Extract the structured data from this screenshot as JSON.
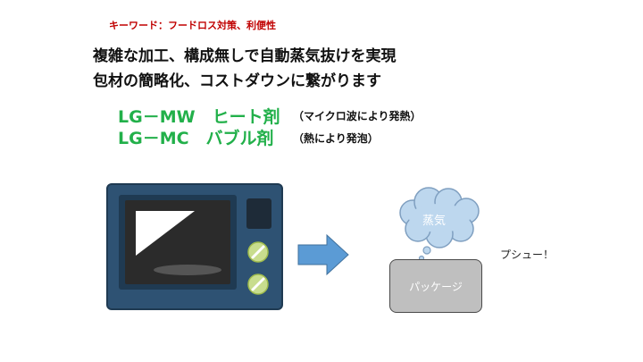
{
  "keyword_line": "キーワード：フードロス対策、利便性",
  "headline": {
    "line1": "複雑な加工、構成無しで自動蒸気抜けを実現",
    "line2": "包材の簡略化、コストダウンに繋がります"
  },
  "products": [
    {
      "name": "LG－MW　ヒート剤",
      "note": "（マイクロ波により発熱）"
    },
    {
      "name": "LG－MC　バブル剤",
      "note": "（熱により発泡）"
    }
  ],
  "illustration": {
    "steam_label": "蒸気",
    "package_label": "パッケージ",
    "sound_label": "プシュー！"
  },
  "colors": {
    "keyword": "#c00000",
    "product": "#22b04a",
    "microwave_body": "#2e5273",
    "arrow": "#5b9bd5",
    "cloud": "#bdd7ee"
  }
}
